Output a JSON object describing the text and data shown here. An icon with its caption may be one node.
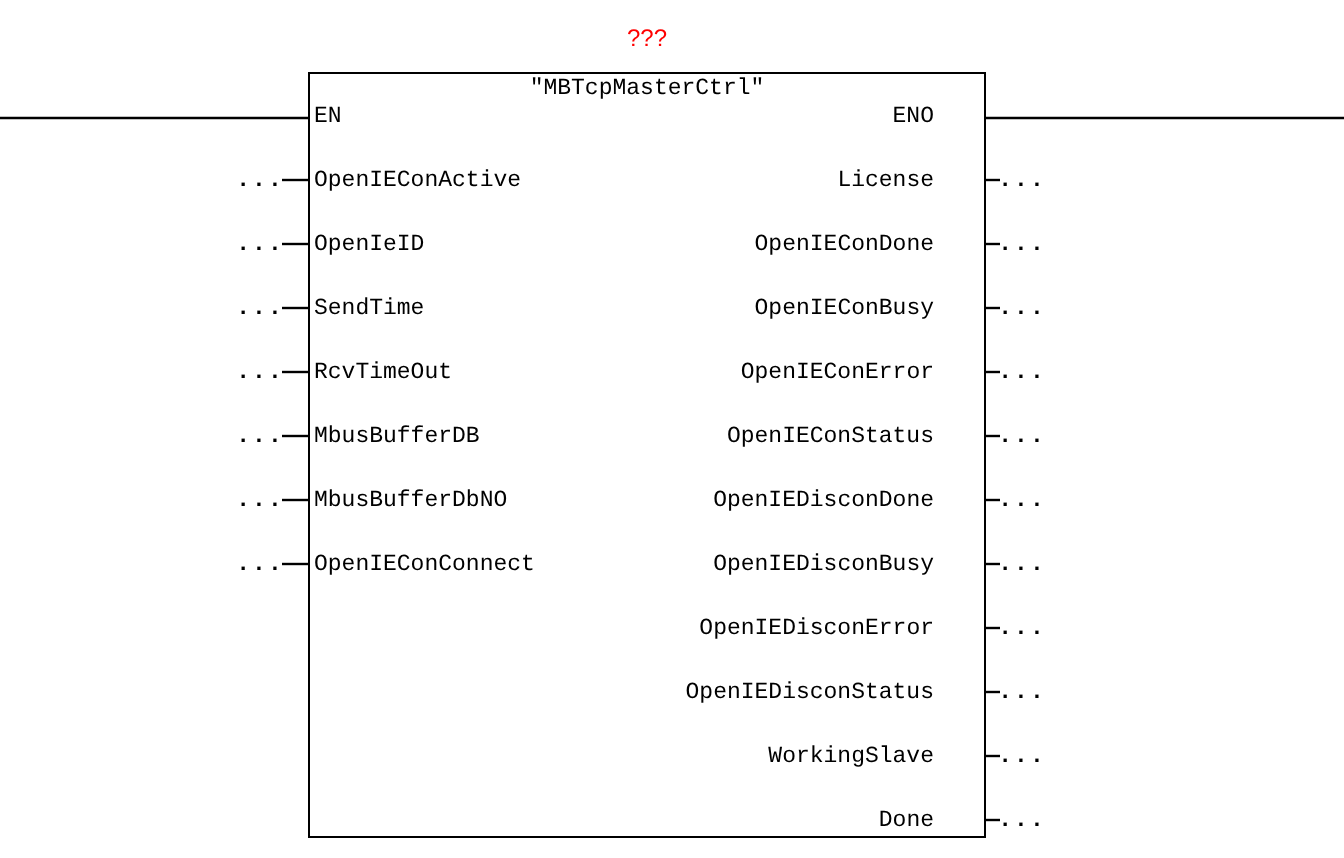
{
  "diagram": {
    "nodes": [
      {
        "text": [
          "\"MBTcpMasterCtrl\""
        ],
        "beside": [
          "???"
        ]
      },
      {
        "text": [
          "..."
        ]
      },
      {
        "text": [
          "..."
        ]
      },
      {
        "text": [
          "..."
        ]
      },
      {
        "text": [
          "..."
        ]
      },
      {
        "text": [
          "..."
        ]
      },
      {
        "text": [
          "..."
        ]
      },
      {
        "text": [
          "..."
        ]
      },
      {
        "text": [
          "..."
        ]
      },
      {
        "text": [
          "..."
        ]
      },
      {
        "text": [
          "..."
        ]
      },
      {
        "text": [
          "..."
        ]
      },
      {
        "text": [
          "..."
        ]
      },
      {
        "text": [
          "..."
        ]
      },
      {
        "text": [
          "..."
        ]
      },
      {
        "text": [
          "..."
        ]
      },
      {
        "text": [
          "..."
        ]
      },
      {
        "text": [
          "..."
        ]
      },
      {
        "text": [
          "..."
        ]
      }
    ],
    "edges": [
      {
        "from": null,
        "to": 0,
        "arrow": "none"
      },
      {
        "from": 0,
        "to": null,
        "arrow": "none"
      },
      {
        "from": 1,
        "to": 0,
        "arrow": "none"
      },
      {
        "from": 2,
        "to": 0,
        "arrow": "none"
      },
      {
        "from": 3,
        "to": 0,
        "arrow": "none"
      },
      {
        "from": 4,
        "to": 0,
        "arrow": "none"
      },
      {
        "from": 5,
        "to": 0,
        "arrow": "none"
      },
      {
        "from": 6,
        "to": 0,
        "arrow": "none"
      },
      {
        "from": 7,
        "to": 0,
        "arrow": "none"
      },
      {
        "from": 0,
        "to": 8,
        "arrow": "none"
      },
      {
        "from": 0,
        "to": 9,
        "arrow": "none"
      },
      {
        "from": 0,
        "to": 10,
        "arrow": "none"
      },
      {
        "from": 0,
        "to": 11,
        "arrow": "none"
      },
      {
        "from": 0,
        "to": 12,
        "arrow": "none"
      },
      {
        "from": 0,
        "to": 13,
        "arrow": "none"
      },
      {
        "from": 0,
        "to": 14,
        "arrow": "none"
      },
      {
        "from": 0,
        "to": 15,
        "arrow": "none"
      },
      {
        "from": 0,
        "to": 16,
        "arrow": "none"
      },
      {
        "from": 0,
        "to": 17,
        "arrow": "none"
      },
      {
        "from": 0,
        "to": 18,
        "arrow": "none"
      }
    ],
    "labels": [
      "EN",
      "ENO",
      "OpenIEConActive",
      "License",
      "OpenIeID",
      "OpenIEConDone",
      "SendTime",
      "OpenIEConBusy",
      "RcvTimeOut",
      "OpenIEConError",
      "MbusBufferDB",
      "OpenIEConStatus",
      "MbusBufferDbNO",
      "OpenIEDisconDone",
      "OpenIEConConnect",
      "OpenIEDisconBusy",
      "OpenIEDisconError",
      "OpenIEDisconStatus",
      "WorkingSlave",
      "Done"
    ]
  }
}
